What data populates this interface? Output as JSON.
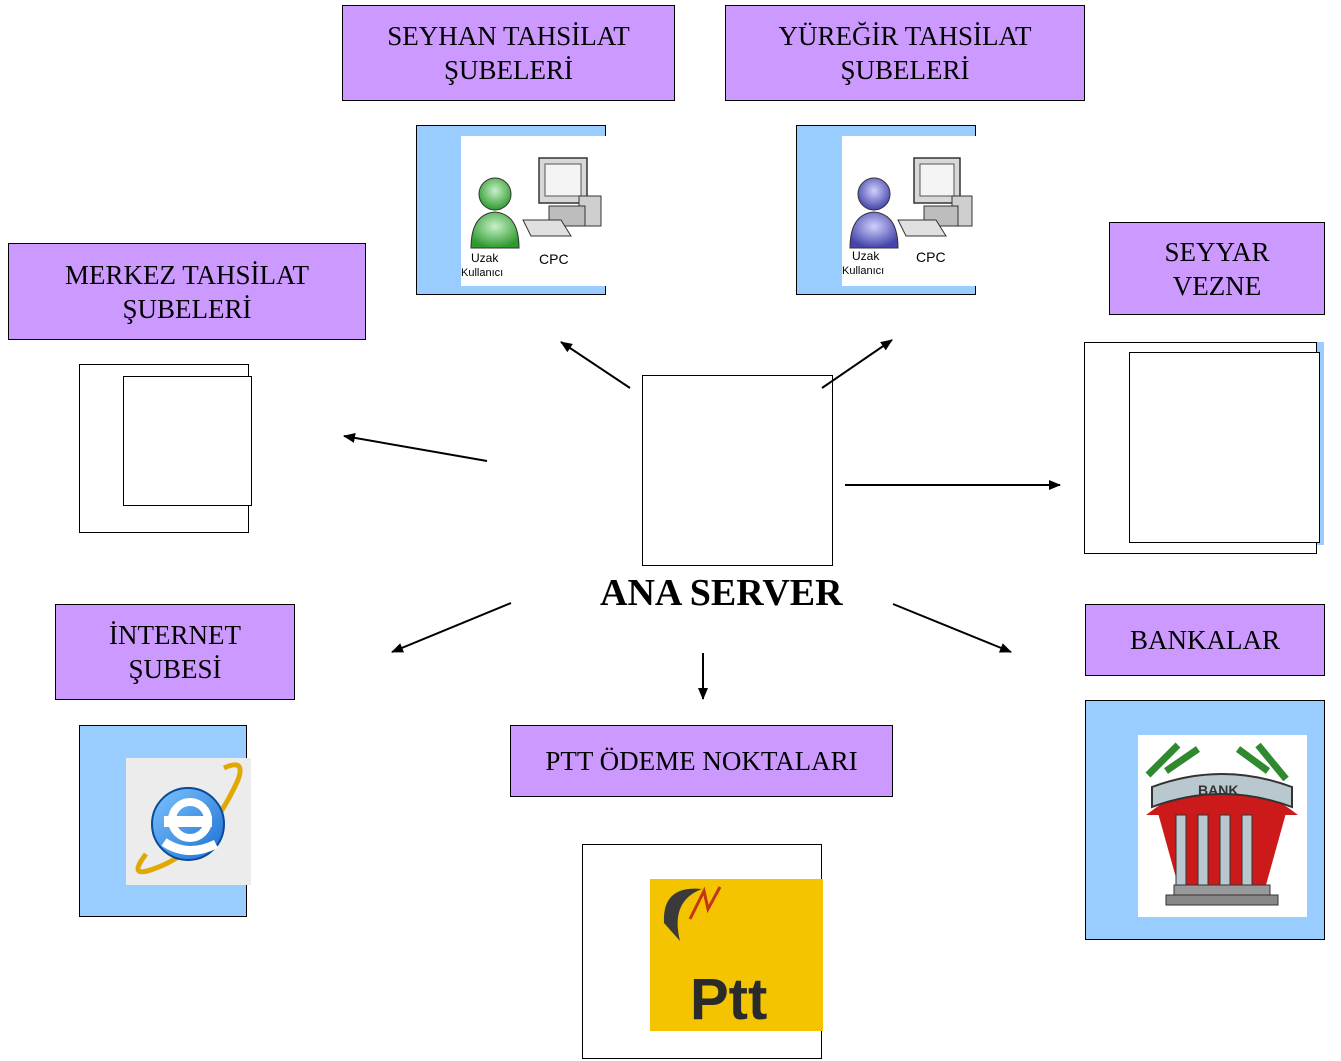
{
  "server": {
    "title": "ANA SERVER"
  },
  "nodes": {
    "seyhan": {
      "line1": "SEYHAN TAHSİLAT",
      "line2": "ŞUBELERİ",
      "user_label": "Uzak",
      "user_label2": "Kullanıcı",
      "pc_label": "CPC"
    },
    "yuregir": {
      "line1": "YÜREĞİR TAHSİLAT",
      "line2": "ŞUBELERİ",
      "user_label": "Uzak",
      "user_label2": "Kullanıcı",
      "pc_label": "CPC"
    },
    "merkez": {
      "line1": "MERKEZ TAHSİLAT",
      "line2": "ŞUBELERİ"
    },
    "seyyar": {
      "line1": "SEYYAR",
      "line2": "VEZNE"
    },
    "internet": {
      "line1": "İNTERNET",
      "line2": "ŞUBESİ"
    },
    "ptt": {
      "line1": "PTT ÖDEME NOKTALARI",
      "logo_text": "Ptt"
    },
    "bankalar": {
      "line1": "BANKALAR",
      "sign_text": "BANK"
    }
  },
  "colors": {
    "label_fill": "#cc99ff",
    "panel_fill": "#99ccff",
    "user_green": "#2e9b2e",
    "user_blue": "#4444aa",
    "ptt_yellow": "#f5c400",
    "ie_blue": "#1a6fd0"
  }
}
